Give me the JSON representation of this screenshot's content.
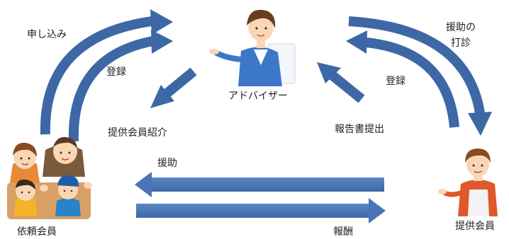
{
  "colors": {
    "arrow_fill": "#4a74b4",
    "arrow_edge": "#2e5790",
    "vest": "#3d78c8",
    "skin": "#f9d7b5",
    "hair_brown": "#8a4b21",
    "apron": "#e0572b",
    "kid_shirt_yellow": "#f4b42a",
    "kid_shirt_blue": "#2c82c9"
  },
  "nodes": {
    "advisor": {
      "label": "アドバイザー",
      "icon": "advisor-person-icon"
    },
    "requesting_member": {
      "label": "依頼会員",
      "icon": "family-group-icon"
    },
    "providing_member": {
      "label": "提供会員",
      "icon": "apron-woman-icon"
    }
  },
  "edges": {
    "application": "申し込み",
    "register_left": "登録",
    "introduce_provider": "提供会員紹介",
    "consult_assist_line1": "援助の",
    "consult_assist_line2": "打診",
    "register_right": "登録",
    "submit_report": "報告書提出",
    "assistance": "援助",
    "remuneration": "報酬"
  }
}
